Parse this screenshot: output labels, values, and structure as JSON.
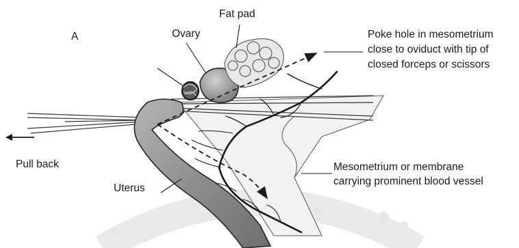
{
  "figure": {
    "panel_label": "A",
    "labels": {
      "fat_pad": "Fat pad",
      "ovary": "Ovary",
      "poke_hole": [
        "Poke hole in mesometrium",
        "close to oviduct with tip of",
        "closed forceps or scissors"
      ],
      "pull_back": "Pull back",
      "uterus": "Uterus",
      "mesometrium": [
        "Mesometrium or membrane",
        "carrying prominent blood vessel"
      ]
    },
    "colors": {
      "ink": "#1a1a1a",
      "uterus_fill": "#8e8e8e",
      "ovary_fill": "#a7a7a7",
      "fat_pad_fill": "#e8e8e8",
      "watermark": "#dcdcdc"
    }
  }
}
